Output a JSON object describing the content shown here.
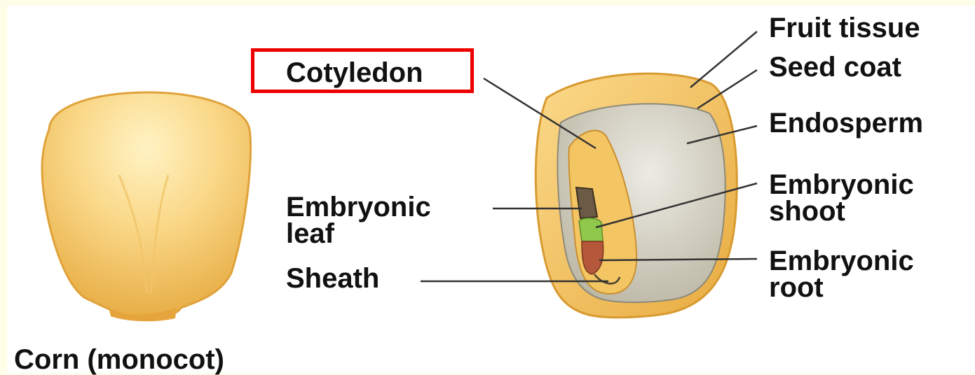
{
  "labels": {
    "fruit_tissue": "Fruit tissue",
    "seed_coat": "Seed coat",
    "endosperm": "Endosperm",
    "embryonic_shoot_1": "Embryonic",
    "embryonic_shoot_2": "shoot",
    "embryonic_root_1": "Embryonic",
    "embryonic_root_2": "root",
    "cotyledon": "Cotyledon",
    "embryonic_leaf_1": "Embryonic",
    "embryonic_leaf_2": "leaf",
    "sheath": "Sheath",
    "caption": "Corn (monocot)"
  },
  "highlighted_label": "Cotyledon",
  "colors": {
    "background": "#fdfde8",
    "kernel": "#f5c860",
    "seed_coat": "#e9b04a",
    "endosperm": "#d9d4c2",
    "embryo_shoot": "#8fc84a",
    "embryo_root": "#b4573a",
    "embryo_leaf": "#6b5a44",
    "highlight": "#ee0000"
  }
}
